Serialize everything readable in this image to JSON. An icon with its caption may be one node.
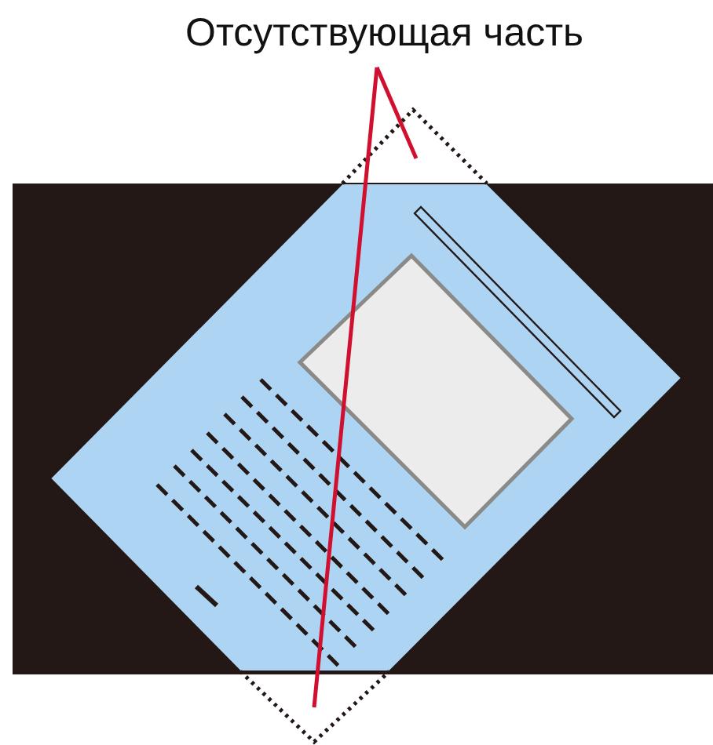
{
  "diagram": {
    "nodes": [
      {
        "text": [
          "Отсутствующая часть"
        ]
      },
      {
        "text": [],
        "shape": "triangle"
      },
      {
        "text": [],
        "shape": "triangle"
      }
    ],
    "edges": [
      {
        "from": 0,
        "to": 1,
        "arrow": "none",
        "color": "#d0102e"
      },
      {
        "from": 0,
        "to": 2,
        "arrow": "none",
        "color": "#d0102e"
      }
    ]
  }
}
